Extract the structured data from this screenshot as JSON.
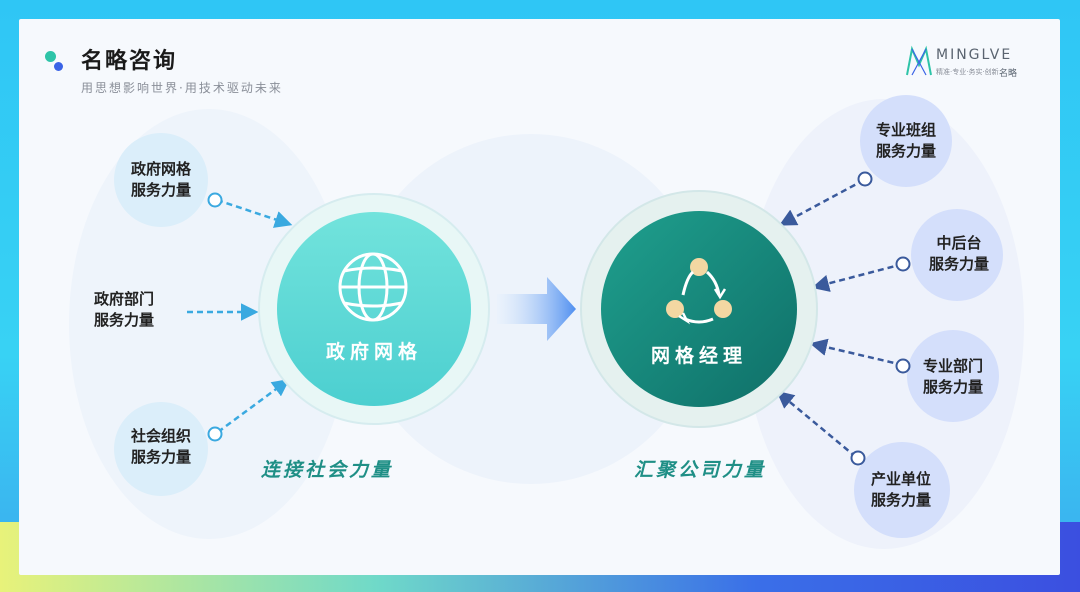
{
  "brand": {
    "title": "名略咨询",
    "slogan": "用思想影响世界·用技术驱动未来",
    "logo_word": "MINGLVE",
    "logo_cn": "名略",
    "logo_sub": "精准·专业·务实·创新"
  },
  "left_hub": {
    "label": "政府网格",
    "caption": "连接社会力量"
  },
  "right_hub": {
    "label": "网格经理",
    "caption": "汇聚公司力量"
  },
  "left_nodes": [
    {
      "line1": "政府网格",
      "line2": "服务力量"
    },
    {
      "line1": "政府部门",
      "line2": "服务力量"
    },
    {
      "line1": "社会组织",
      "line2": "服务力量"
    }
  ],
  "right_nodes": [
    {
      "line1": "专业班组",
      "line2": "服务力量"
    },
    {
      "line1": "中后台",
      "line2": "服务力量"
    },
    {
      "line1": "专业部门",
      "line2": "服务力量"
    },
    {
      "line1": "产业单位",
      "line2": "服务力量"
    }
  ],
  "colors": {
    "left_hub": "#5fd9d4",
    "right_hub": "#14877a",
    "left_arrow": "#3aa9e0",
    "right_arrow": "#3a5a9c",
    "left_node_bg": "#dbeefa",
    "right_node_bg": "#d4dffb",
    "caption": "#1f8f86"
  },
  "icons": {
    "left_hub": "globe-icon",
    "right_hub": "cycle-icon",
    "center": "arrow-right-icon"
  }
}
